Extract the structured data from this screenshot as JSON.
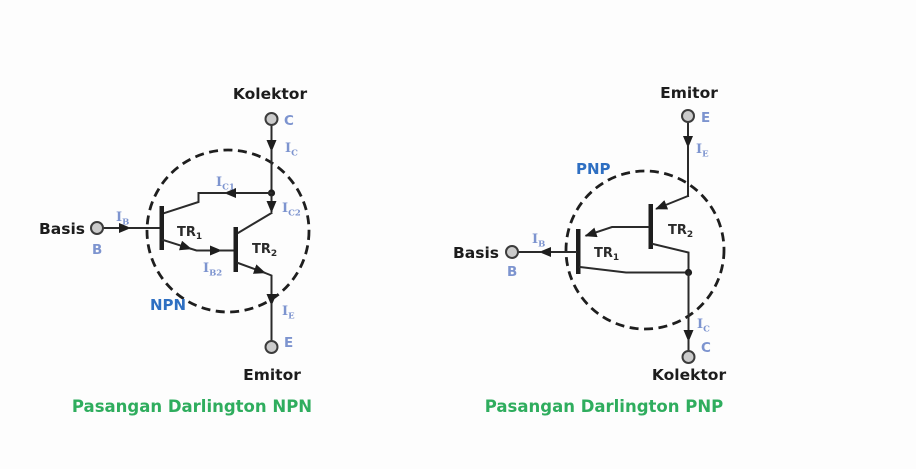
{
  "colors": {
    "blue_strong": "#2e6fc2",
    "blue_soft": "#7d94cf",
    "green": "#2fad5e",
    "wire": "#2b2b2b",
    "dark": "#1e1e1e",
    "terminal_fill": "#cbcbcb",
    "background": "#fdfdfd"
  },
  "npn": {
    "caption": "Pasangan Darlington NPN",
    "type_label": "NPN",
    "terminals": {
      "top": {
        "name": "Kolektor",
        "letter": "C"
      },
      "left": {
        "name": "Basis",
        "letter": "B"
      },
      "bottom": {
        "name": "Emitor",
        "letter": "E"
      }
    },
    "transistors": {
      "tr1": {
        "prefix": "TR",
        "sub": "1"
      },
      "tr2": {
        "prefix": "TR",
        "sub": "2"
      }
    },
    "currents": {
      "ib": {
        "symbol": "I",
        "sub": "B"
      },
      "ic": {
        "symbol": "I",
        "sub": "C"
      },
      "ic1": {
        "symbol": "I",
        "sub": "C1"
      },
      "ic2": {
        "symbol": "I",
        "sub": "C2"
      },
      "ib2": {
        "symbol": "I",
        "sub": "B2"
      },
      "ie": {
        "symbol": "I",
        "sub": "E"
      }
    }
  },
  "pnp": {
    "caption": "Pasangan Darlington PNP",
    "type_label": "PNP",
    "terminals": {
      "top": {
        "name": "Emitor",
        "letter": "E"
      },
      "left": {
        "name": "Basis",
        "letter": "B"
      },
      "bottom": {
        "name": "Kolektor",
        "letter": "C"
      }
    },
    "transistors": {
      "tr1": {
        "prefix": "TR",
        "sub": "1"
      },
      "tr2": {
        "prefix": "TR",
        "sub": "2"
      }
    },
    "currents": {
      "ib": {
        "symbol": "I",
        "sub": "B"
      },
      "ie": {
        "symbol": "I",
        "sub": "E"
      },
      "ic": {
        "symbol": "I",
        "sub": "C"
      }
    }
  }
}
